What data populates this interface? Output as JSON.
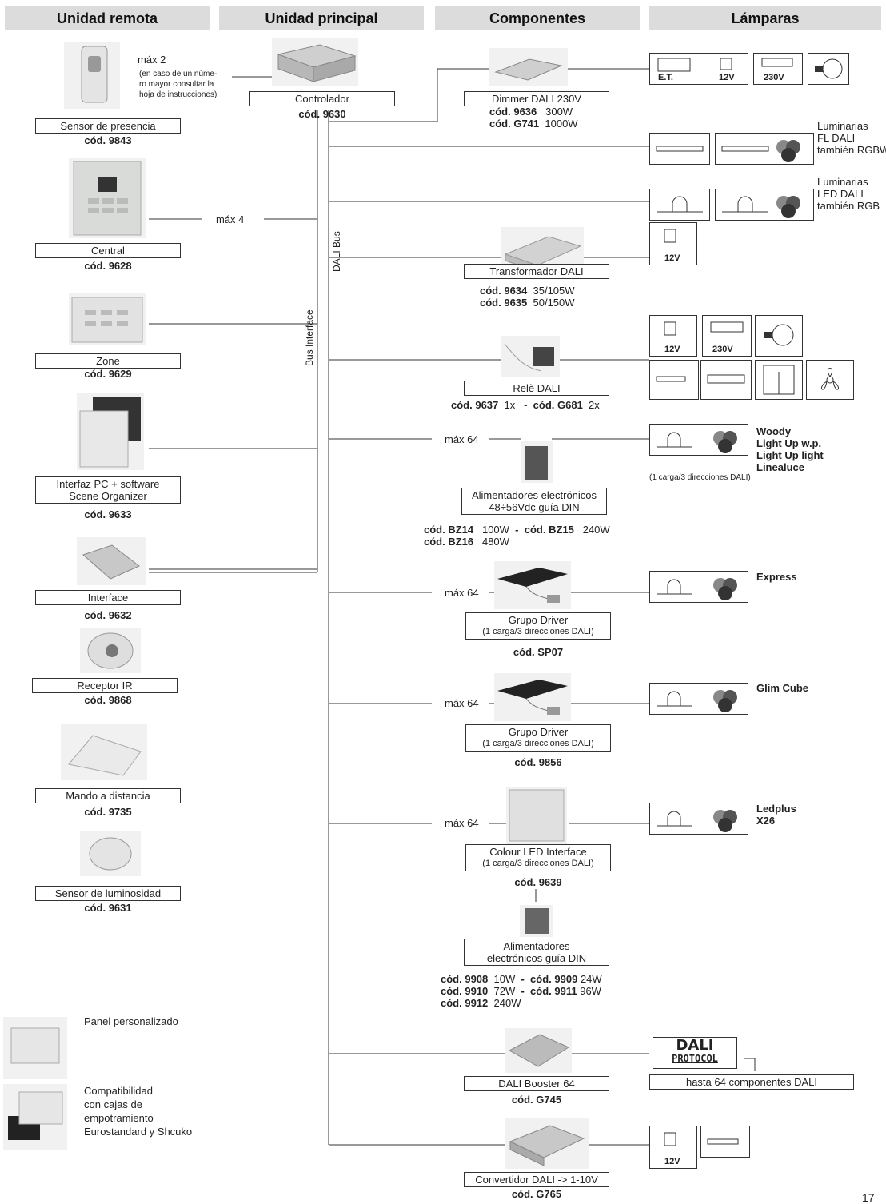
{
  "headers": {
    "remote": "Unidad remota",
    "main": "Unidad principal",
    "components": "Componentes",
    "lamps": "Lámparas"
  },
  "remote": {
    "presence": {
      "name": "Sensor de presencia",
      "code": "cód. 9843",
      "max": "máx 2",
      "note1": "(en caso de un núme-",
      "note2": "ro mayor consultar la",
      "note3": "hoja de instrucciones)"
    },
    "central": {
      "name": "Central",
      "code": "cód. 9628",
      "max": "máx 4"
    },
    "zone": {
      "name": "Zone",
      "code": "cód. 9629"
    },
    "pc": {
      "name1": "Interfaz PC + software",
      "name2": "Scene Organizer",
      "code": "cód. 9633"
    },
    "interface": {
      "name": "Interface",
      "code": "cód. 9632"
    },
    "ir": {
      "name": "Receptor IR",
      "code": "cód. 9868"
    },
    "remote_ctrl": {
      "name": "Mando a distancia",
      "code": "cód. 9735"
    },
    "lum_sensor": {
      "name": "Sensor de luminosidad",
      "code": "cód. 9631"
    }
  },
  "main_unit": {
    "name": "Controlador",
    "code": "cód. 9630"
  },
  "bus": {
    "dali": "DALI Bus",
    "interface": "Bus Interface"
  },
  "components": {
    "dimmer": {
      "name": "Dimmer DALI 230V",
      "c1": "cód. 9636",
      "v1": "300W",
      "c2": "cód. G741",
      "v2": "1000W"
    },
    "fl": {
      "t1": "Luminarias",
      "t2": "FL DALI",
      "t3": "también RGBW"
    },
    "led": {
      "t1": "Luminarias",
      "t2": "LED DALI",
      "t3": "también RGB"
    },
    "transformer": {
      "name": "Transformador DALI",
      "c1": "cód. 9634",
      "v1": "35/105W",
      "c2": "cód. 9635",
      "v2": "50/150W"
    },
    "relay": {
      "name": "Relè DALI",
      "c1": "cód. 9637",
      "v1": "1x",
      "sep": "-",
      "c2": "cód. G681",
      "v2": "2x"
    },
    "psu": {
      "max": "máx 64",
      "name1": "Alimentadores electrónicos",
      "name2": "48÷56Vdc guía DIN",
      "c1": "cód. BZ14",
      "v1": "100W",
      "sep": "-",
      "c2": "cód. BZ15",
      "v2": "240W",
      "c3": "cód. BZ16",
      "v3": "480W",
      "loadnote": "(1 carga/3 direcciones DALI)",
      "products": [
        "Woody",
        "Light Up w.p.",
        "Light Up light",
        "Linealuce"
      ]
    },
    "driver1": {
      "max": "máx 64",
      "name": "Grupo Driver",
      "sub": "(1 carga/3 direcciones DALI)",
      "code": "cód. SP07",
      "product": "Express"
    },
    "driver2": {
      "max": "máx 64",
      "name": "Grupo Driver",
      "sub": "(1 carga/3 direcciones DALI)",
      "code": "cód. 9856",
      "product": "Glim Cube"
    },
    "colour": {
      "max": "máx 64",
      "name": "Colour LED Interface",
      "sub": "(1 carga/3 direcciones DALI)",
      "code": "cód. 9639",
      "products": [
        "Ledplus",
        "X26"
      ]
    },
    "din": {
      "name1": "Alimentadores",
      "name2": "electrónicos guía DIN",
      "c1": "cód. 9908",
      "v1": "10W",
      "sep": "-",
      "c2": "cód. 9909",
      "v2": "24W",
      "c3": "cód. 9910",
      "v3": "72W",
      "c4": "cód. 9911",
      "v4": "96W",
      "c5": "cód. 9912",
      "v5": "240W"
    },
    "booster": {
      "name": "DALI Booster 64",
      "code": "cód. G745",
      "logo1": "DALI",
      "logo2": "PROTOCOL",
      "note": "hasta 64 componentes DALI"
    },
    "converter": {
      "name": "Convertidor DALI -> 1-10V",
      "code": "cód. G765"
    }
  },
  "lamps": {
    "et": "E.T.",
    "v12": "12V",
    "v230": "230V"
  },
  "bottom": {
    "panel": "Panel personalizado",
    "compat1": "Compatibilidad",
    "compat2": "con cajas de",
    "compat3": "empotramiento",
    "compat4": "Eurostandard y Shcuko"
  },
  "page_number": "17"
}
